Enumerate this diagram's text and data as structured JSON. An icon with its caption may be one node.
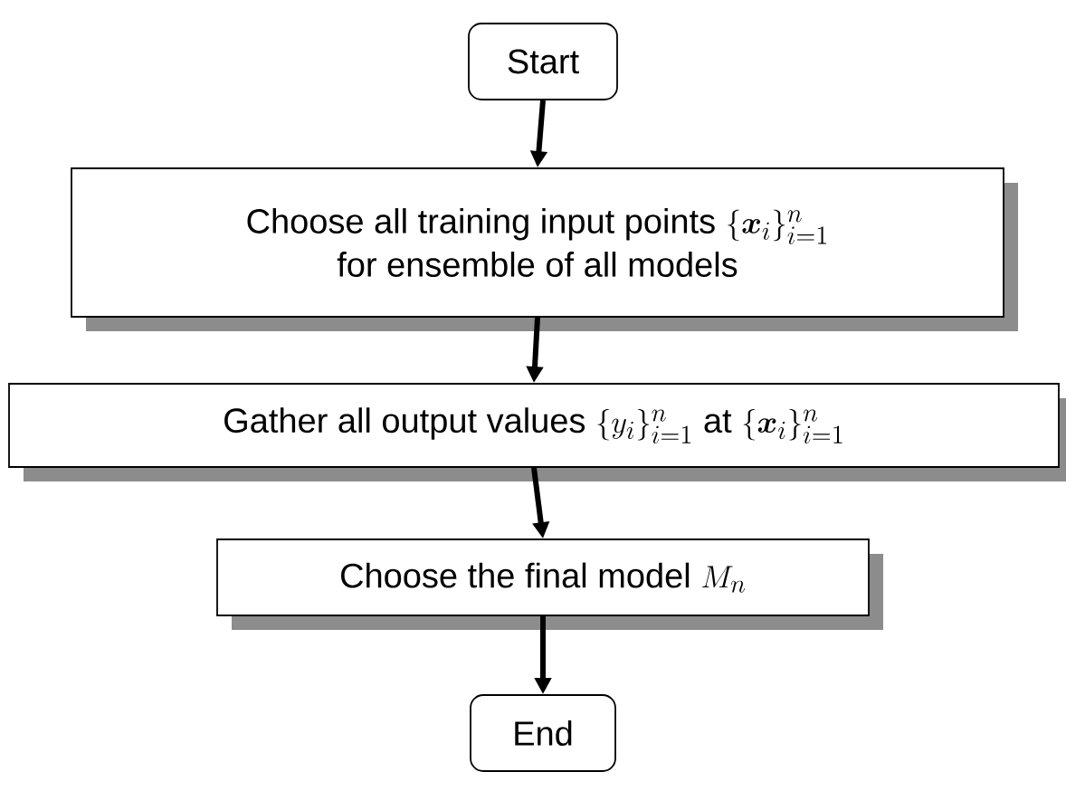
{
  "diagram": {
    "nodes": [
      {
        "text": [
          "Start"
        ]
      },
      {
        "text": [
          "Choose all training input points",
          "\\{\\boldsymbol{x}_i\\}_{i=1}^{n}",
          "for ensemble of all models"
        ]
      },
      {
        "text": [
          "Gather all output values",
          "\\{y_i\\}_{i=1}^{n}",
          "at",
          "\\{\\boldsymbol{x}_i\\}_{i=1}^{n}"
        ]
      },
      {
        "text": [
          "Choose the final model",
          "M_n"
        ]
      },
      {
        "text": [
          "End"
        ]
      }
    ],
    "edges": [
      {
        "from": 0,
        "to": 1,
        "arrow": "to"
      },
      {
        "from": 1,
        "to": 2,
        "arrow": "to"
      },
      {
        "from": 2,
        "to": 3,
        "arrow": "to"
      },
      {
        "from": 3,
        "to": 4,
        "arrow": "to"
      }
    ]
  }
}
